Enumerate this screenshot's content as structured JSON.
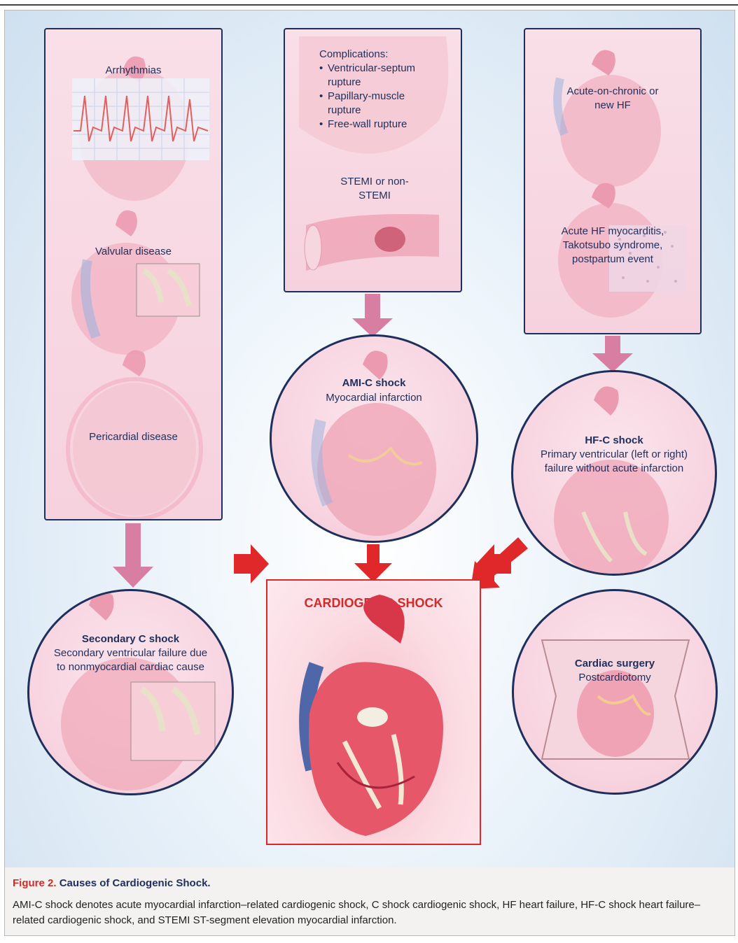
{
  "figure": {
    "left_box": {
      "arrhythmias": "Arrhythmias",
      "valvular": "Valvular disease",
      "pericardial": "Pericardial disease"
    },
    "middle_box": {
      "complications_title": "Complications:",
      "complications": [
        "Ventricular-septum rupture",
        "Papillary-muscle rupture",
        "Free-wall rupture"
      ],
      "stemi": "STEMI or non-STEMI"
    },
    "right_box": {
      "acute_chronic": "Acute-on-chronic or new HF",
      "acute_hf": "Acute HF myocarditis, Takotsubo syndrome, postpartum event"
    },
    "ami_c": {
      "title": "AMI-C shock",
      "subtitle": "Myocardial infarction"
    },
    "hf_c": {
      "title": "HF-C shock",
      "subtitle": "Primary ventricular (left or right) failure without acute infarction"
    },
    "secondary": {
      "title": "Secondary C shock",
      "subtitle": "Secondary ventricular failure due to nonmyocardial cardiac cause"
    },
    "surgery": {
      "title": "Cardiac surgery",
      "subtitle": "Postcardiotomy"
    },
    "center": {
      "title": "CARDIOGENIC SHOCK"
    }
  },
  "caption": {
    "figure_number": "Figure 2.",
    "title": "Causes of Cardiogenic Shock.",
    "body": "AMI-C shock denotes acute myocardial infarction–related cardiogenic shock, C shock cardiogenic shock, HF heart failure, HF-C shock heart failure–related cardiogenic shock, and STEMI ST-segment elevation myocardial infarction."
  },
  "colors": {
    "navy": "#1f2f5c",
    "red": "#d42a2a",
    "pink_arrow": "#d97ea3"
  }
}
